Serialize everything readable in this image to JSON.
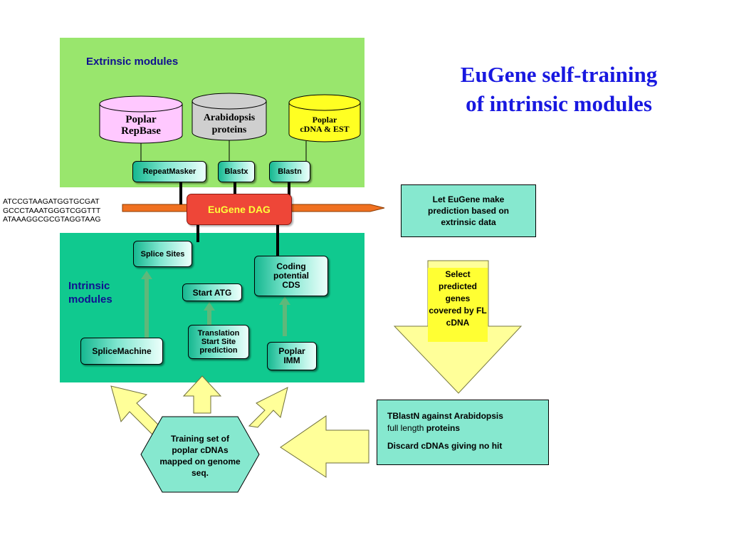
{
  "title": "EuGene self-training\nof intrinsic modules",
  "extrinsic": {
    "label": "Extrinsic modules",
    "databases": [
      {
        "name": "Poplar\nRepBase",
        "color": "#ffc8ff"
      },
      {
        "name": "Arabidopsis\nproteins",
        "color": "#cfcfcf"
      },
      {
        "name": "Poplar\ncDNA & EST",
        "color": "#ffff22"
      }
    ],
    "tools": [
      "RepeatMasker",
      "Blastx",
      "Blastn"
    ]
  },
  "sequence": "ATCCGTAAGATGGTGCGAT\nGCCCTAAATGGGTCGGTTT\nATAAAGGCGCGTAGGTAAG",
  "dag_label": "EuGene DAG",
  "intrinsic": {
    "label": "Intrinsic\nmodules",
    "splice_sites": "Splice Sites",
    "start_atg": "Start ATG",
    "coding_potential": "Coding\npotential\nCDS",
    "splicemachine": "SpliceMachine",
    "translation_start": "Translation\nStart Site\nprediction",
    "poplar_imm": "Poplar\nIMM"
  },
  "prediction_box": "Let EuGene make prediction based on extrinsic data",
  "select_text": "Select predicted genes covered by FL cDNA",
  "tblastn_box": {
    "line1_bold": "TBlastN against Arabidopsis",
    "line2_plain": "full length ",
    "line2_bold": "proteins",
    "line3": "Discard cDNAs giving no hit"
  },
  "training_set": "Training set of poplar cDNAs mapped on genome seq.",
  "colors": {
    "extrinsic_panel": "#99e66d",
    "intrinsic_panel": "#10c98f",
    "title": "#1818e0",
    "dag": "#ee4638",
    "arrow_yellow": "#ffff99",
    "seq_arrow": "#f07020"
  }
}
